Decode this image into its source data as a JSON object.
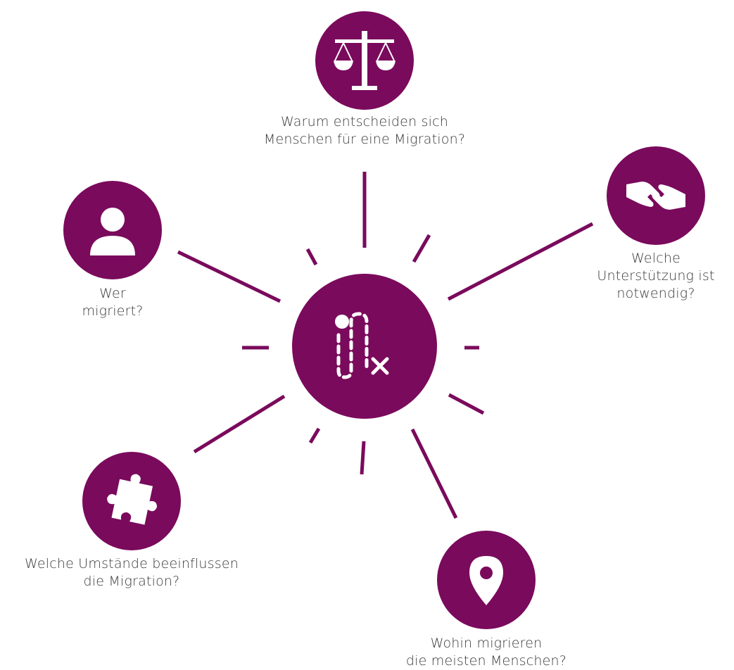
{
  "colors": {
    "accent": "#7a0a5c",
    "text": "#3a3a3a",
    "icon": "#ffffff"
  },
  "center": {
    "icon": "route-start-end-icon"
  },
  "nodes": {
    "top": {
      "icon": "scales-icon",
      "line1": "Warum entscheiden sich",
      "line2": "Menschen für eine Migration?"
    },
    "left": {
      "icon": "person-icon",
      "line1": "Wer",
      "line2": "migriert?"
    },
    "right": {
      "icon": "hands-icon",
      "line1": "Welche",
      "line2": "Unterstützung ist",
      "line3": "notwendig?"
    },
    "bottom_left": {
      "icon": "puzzle-piece-icon",
      "line1": "Welche Umstände beeinflussen",
      "line2": "die Migration?"
    },
    "bottom_right": {
      "icon": "map-pin-icon",
      "line1": "Wohin migrieren",
      "line2": "die meisten Menschen?"
    }
  }
}
